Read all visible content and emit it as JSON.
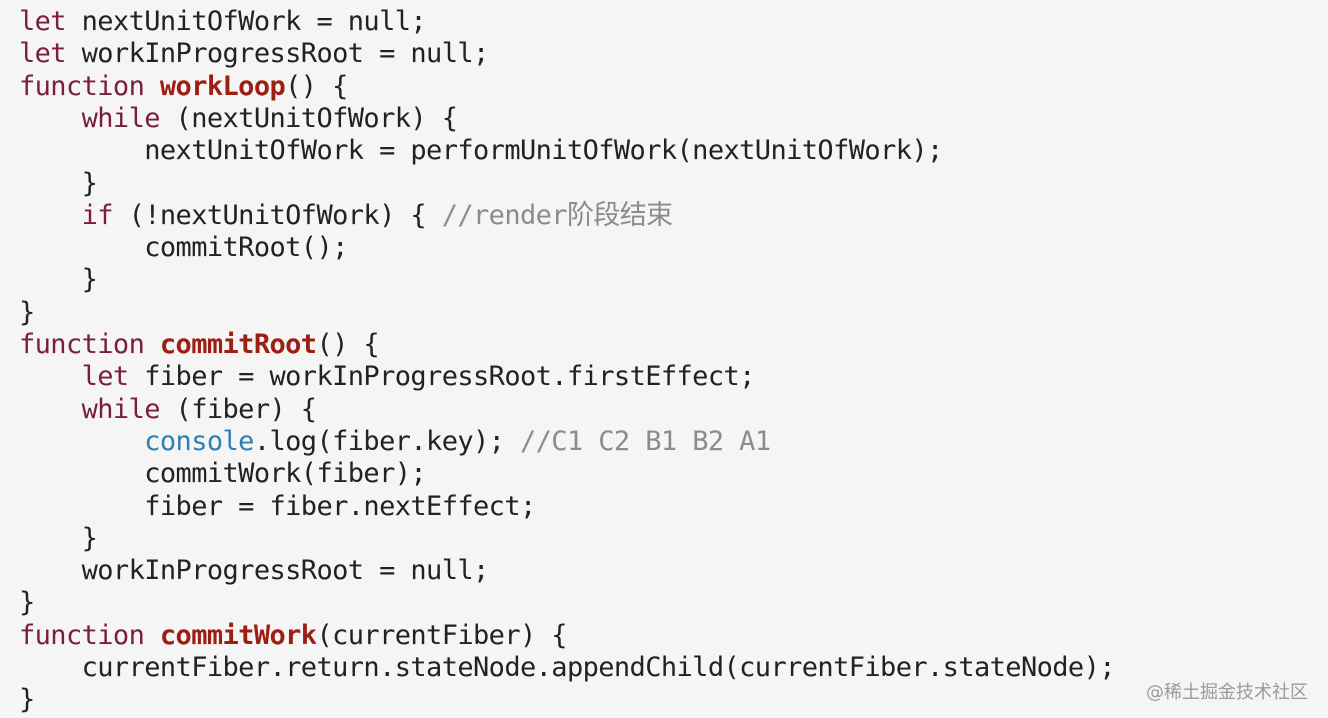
{
  "code": {
    "lines": [
      [
        {
          "t": "let",
          "c": "kw"
        },
        {
          "t": " nextUnitOfWork = null;",
          "c": "text"
        }
      ],
      [
        {
          "t": "let",
          "c": "kw"
        },
        {
          "t": " workInProgressRoot = null;",
          "c": "text"
        }
      ],
      [
        {
          "t": "function",
          "c": "kw"
        },
        {
          "t": " ",
          "c": "text"
        },
        {
          "t": "workLoop",
          "c": "fn"
        },
        {
          "t": "() {",
          "c": "text"
        }
      ],
      [
        {
          "t": "    ",
          "c": "text"
        },
        {
          "t": "while",
          "c": "kw"
        },
        {
          "t": " (nextUnitOfWork) {",
          "c": "text"
        }
      ],
      [
        {
          "t": "        nextUnitOfWork = performUnitOfWork(nextUnitOfWork);",
          "c": "text"
        }
      ],
      [
        {
          "t": "    }",
          "c": "text"
        }
      ],
      [
        {
          "t": "    ",
          "c": "text"
        },
        {
          "t": "if",
          "c": "kw"
        },
        {
          "t": " (!nextUnitOfWork) { ",
          "c": "text"
        },
        {
          "t": "//render阶段结束",
          "c": "comment"
        }
      ],
      [
        {
          "t": "        commitRoot();",
          "c": "text"
        }
      ],
      [
        {
          "t": "    }",
          "c": "text"
        }
      ],
      [
        {
          "t": "}",
          "c": "text"
        }
      ],
      [
        {
          "t": "function",
          "c": "kw"
        },
        {
          "t": " ",
          "c": "text"
        },
        {
          "t": "commitRoot",
          "c": "fn"
        },
        {
          "t": "() {",
          "c": "text"
        }
      ],
      [
        {
          "t": "    ",
          "c": "text"
        },
        {
          "t": "let",
          "c": "kw"
        },
        {
          "t": " fiber = workInProgressRoot.firstEffect;",
          "c": "text"
        }
      ],
      [
        {
          "t": "    ",
          "c": "text"
        },
        {
          "t": "while",
          "c": "kw"
        },
        {
          "t": " (fiber) {",
          "c": "text"
        }
      ],
      [
        {
          "t": "        ",
          "c": "text"
        },
        {
          "t": "console",
          "c": "builtin"
        },
        {
          "t": ".log(fiber.key); ",
          "c": "text"
        },
        {
          "t": "//C1 C2 B1 B2 A1",
          "c": "comment"
        }
      ],
      [
        {
          "t": "        commitWork(fiber);",
          "c": "text"
        }
      ],
      [
        {
          "t": "        fiber = fiber.nextEffect;",
          "c": "text"
        }
      ],
      [
        {
          "t": "    }",
          "c": "text"
        }
      ],
      [
        {
          "t": "    workInProgressRoot = null;",
          "c": "text"
        }
      ],
      [
        {
          "t": "}",
          "c": "text"
        }
      ],
      [
        {
          "t": "function",
          "c": "kw"
        },
        {
          "t": " ",
          "c": "text"
        },
        {
          "t": "commitWork",
          "c": "fn"
        },
        {
          "t": "(currentFiber) {",
          "c": "text"
        }
      ],
      [
        {
          "t": "    currentFiber.return.stateNode.appendChild(currentFiber.stateNode);",
          "c": "text"
        }
      ],
      [
        {
          "t": "}",
          "c": "text"
        }
      ]
    ]
  },
  "watermark": "@稀土掘金技术社区",
  "colors": {
    "background": "#f5f5f5",
    "keyword": "#7a1f3b",
    "function_name": "#9d1f14",
    "builtin": "#2f7fb3",
    "comment": "#8c8c8c",
    "text": "#222222"
  }
}
